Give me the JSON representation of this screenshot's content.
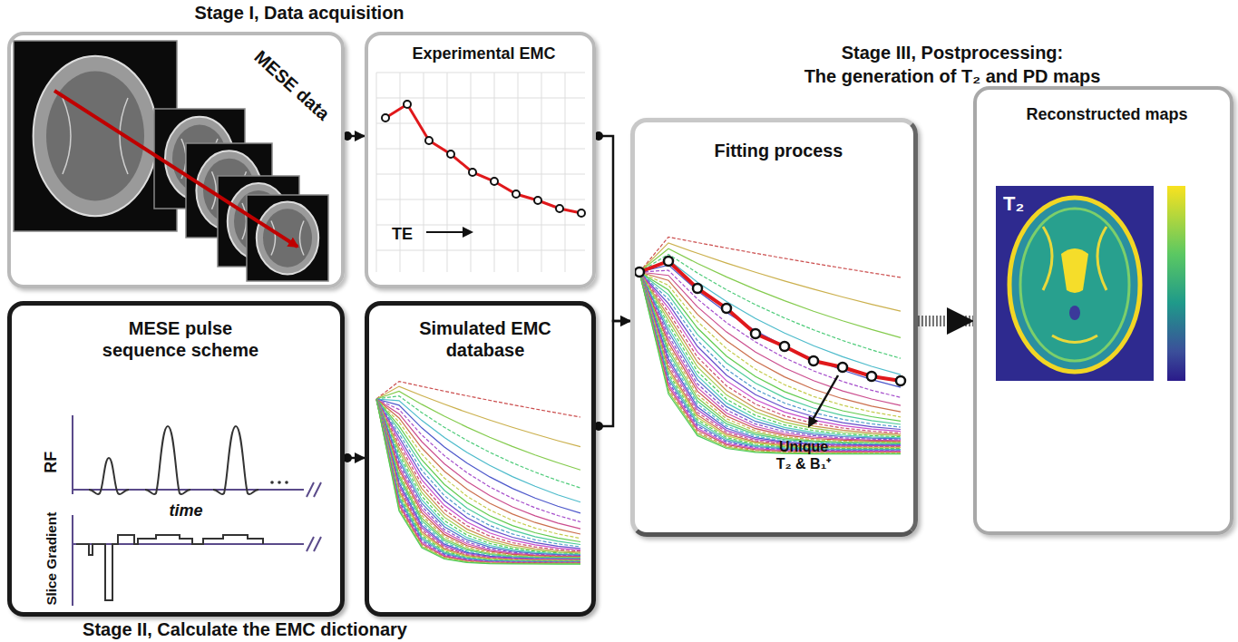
{
  "diagram": {
    "nodes": [
      {
        "text": [
          "MESE data"
        ]
      },
      {
        "text": [
          "Experimental EMC",
          "TE"
        ]
      },
      {
        "text": [
          "MESE pulse sequence scheme",
          "RF",
          "time",
          "Slice Gradient"
        ]
      },
      {
        "text": [
          "Simulated EMC database"
        ]
      },
      {
        "text": [
          "Fitting process",
          "Unique T₂ & B₁⁺"
        ]
      },
      {
        "text": [
          "Reconstructed maps",
          "T₂"
        ]
      }
    ],
    "edges": [
      {
        "from": 0,
        "to": 1,
        "arrow": "to"
      },
      {
        "from": 2,
        "to": 3,
        "arrow": "to"
      },
      {
        "from": 1,
        "to": 4,
        "arrow": "to"
      },
      {
        "from": 3,
        "to": 4,
        "arrow": "to"
      },
      {
        "from": 4,
        "to": 5,
        "arrow": "to"
      }
    ],
    "labels": [
      "Stage I, Data acquisition",
      "Stage II, Calculate the EMC dictionary",
      "Stage III, Postprocessing:",
      "The generation of T₂ and PD maps"
    ]
  }
}
